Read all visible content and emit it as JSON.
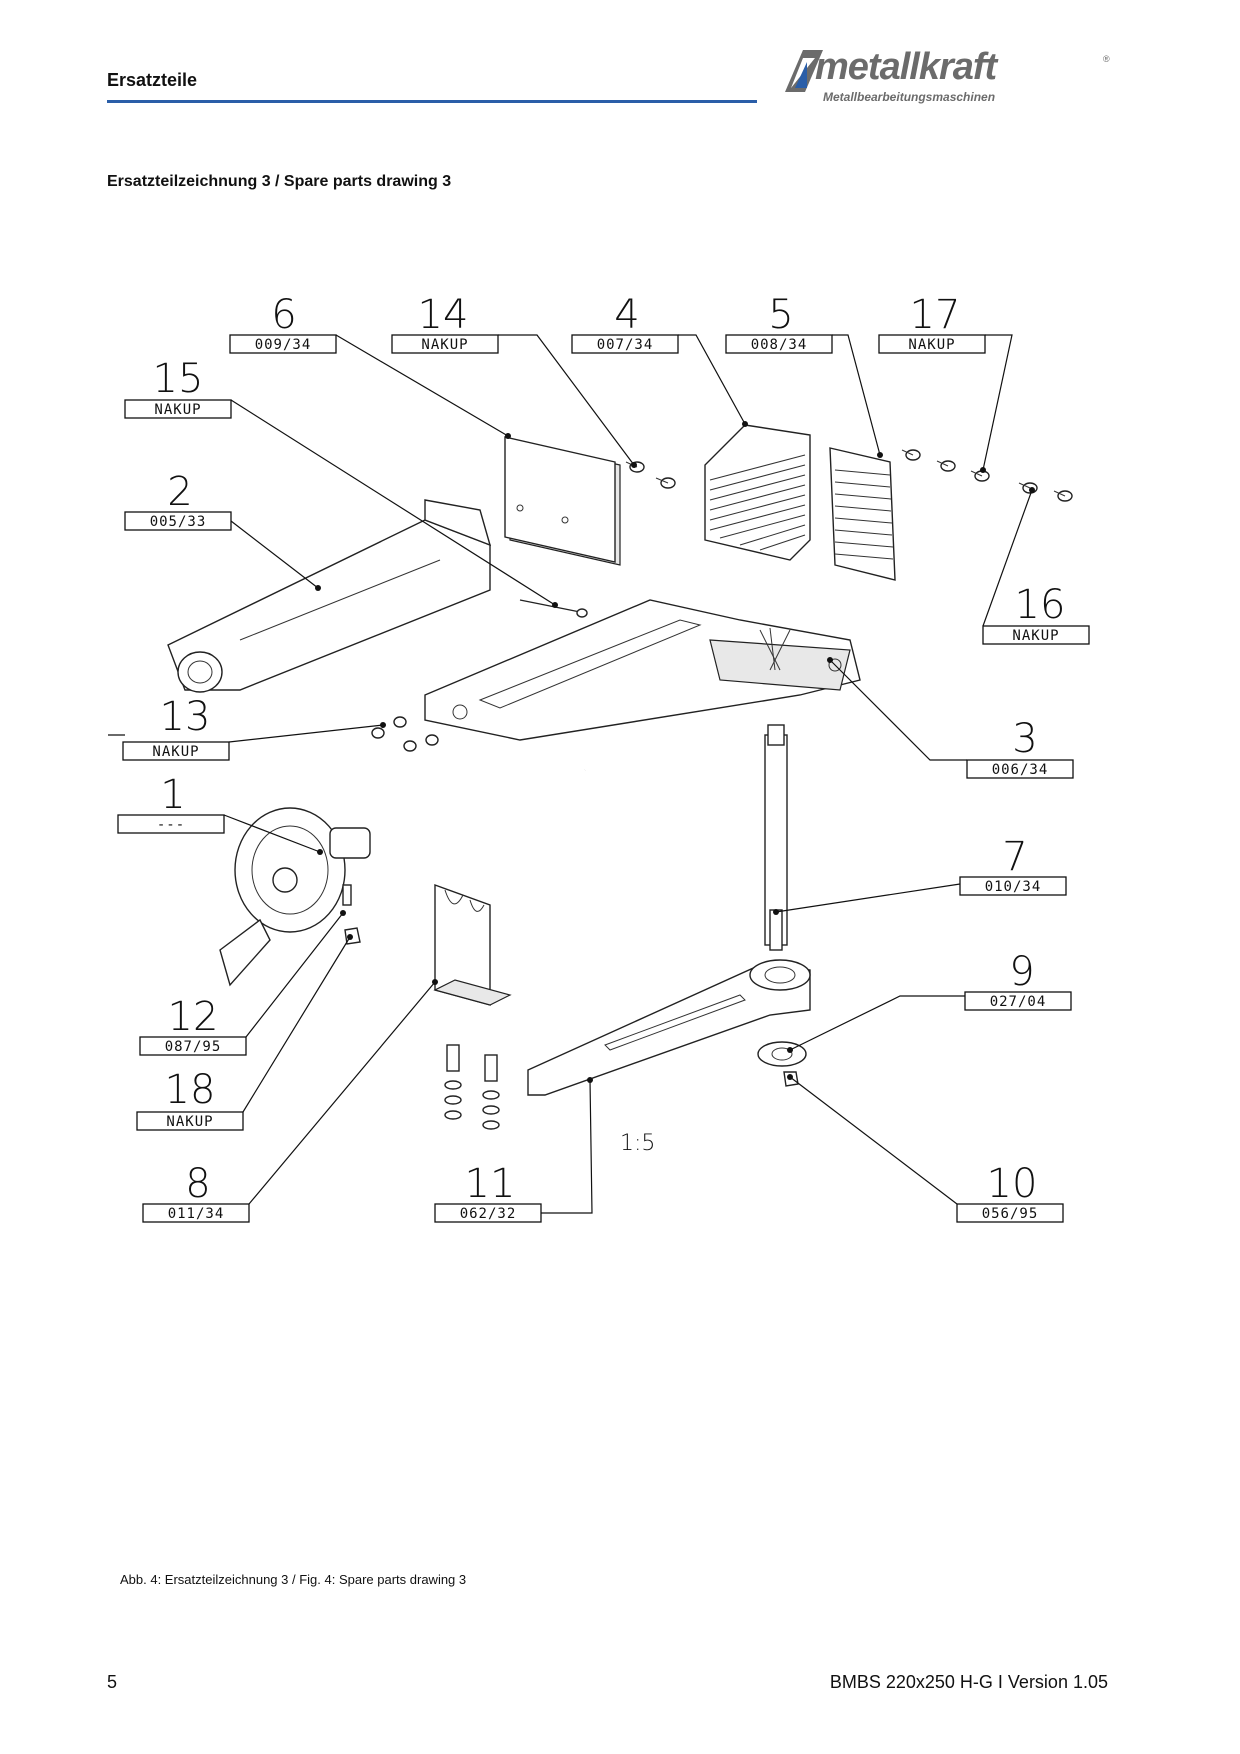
{
  "header": {
    "title": "Ersatzteile",
    "logo_word": "metallkraft",
    "logo_sub": "Metallbearbeitungsmaschinen",
    "logo_reg": "®"
  },
  "section_title": "Ersatzteilzeichnung 3 / Spare parts drawing 3",
  "callouts": [
    {
      "num": "6",
      "code": "009/34"
    },
    {
      "num": "14",
      "code": "NAKUP"
    },
    {
      "num": "4",
      "code": "007/34"
    },
    {
      "num": "5",
      "code": "008/34"
    },
    {
      "num": "17",
      "code": "NAKUP"
    },
    {
      "num": "15",
      "code": "NAKUP"
    },
    {
      "num": "2",
      "code": "005/33"
    },
    {
      "num": "16",
      "code": "NAKUP"
    },
    {
      "num": "13",
      "code": "NAKUP"
    },
    {
      "num": "3",
      "code": "006/34"
    },
    {
      "num": "1",
      "code": "---"
    },
    {
      "num": "7",
      "code": "010/34"
    },
    {
      "num": "9",
      "code": "027/04"
    },
    {
      "num": "12",
      "code": "087/95"
    },
    {
      "num": "18",
      "code": "NAKUP"
    },
    {
      "num": "8",
      "code": "011/34"
    },
    {
      "num": "11",
      "code": "062/32"
    },
    {
      "num": "10",
      "code": "056/95"
    }
  ],
  "scale_label": "1:5",
  "caption": "Abb. 4: Ersatzteilzeichnung 3 / Fig. 4: Spare parts drawing 3",
  "footer": {
    "page_number": "5",
    "doc_version": "BMBS 220x250 H-G I Version 1.05"
  },
  "colors": {
    "rule": "#2a5ea8",
    "logo": "#6b6b6b"
  }
}
